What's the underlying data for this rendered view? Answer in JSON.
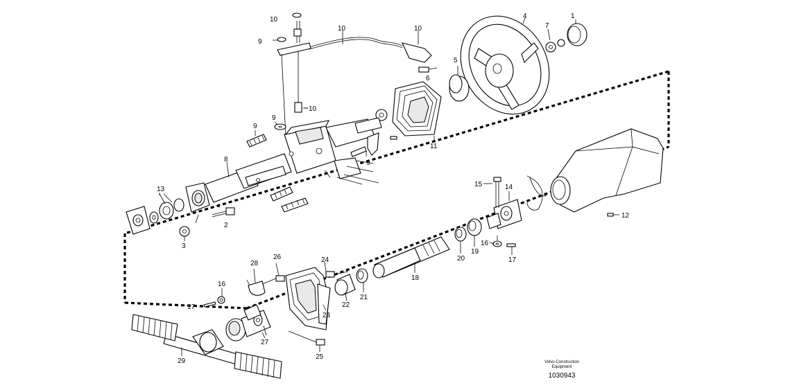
{
  "callouts": {
    "c1": "1",
    "c2": "2",
    "c3": "3",
    "c4": "4",
    "c5": "5",
    "c6": "6",
    "c7": "7",
    "c8": "8",
    "c9a": "9",
    "c9b": "9",
    "c9c": "9",
    "c9d": "9",
    "c10a": "10",
    "c10b": "10",
    "c10c": "10",
    "c10d": "10",
    "c11": "11",
    "c12": "12",
    "c13": "13",
    "c14": "14",
    "c15": "15",
    "c16a": "16",
    "c16b": "16",
    "c17a": "17",
    "c17b": "17",
    "c18": "18",
    "c19": "19",
    "c20": "20",
    "c21": "21",
    "c22": "22",
    "c23": "23",
    "c24": "24",
    "c25": "25",
    "c26": "26",
    "c27": "27",
    "c28": "28",
    "c29": "29"
  },
  "footer": {
    "credit_line1": "Volvo Construction",
    "credit_line2": "Equipment",
    "drawing_number": "1030943"
  }
}
